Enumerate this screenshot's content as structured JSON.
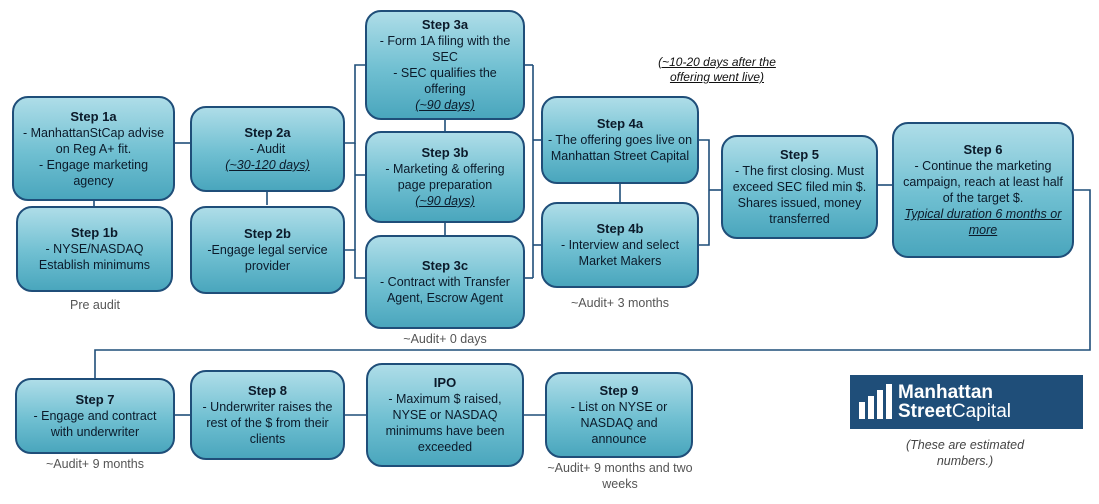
{
  "steps": {
    "s1a": {
      "title": "Step 1a",
      "lines": [
        "- ManhattanStCap advise on Reg A+ fit.",
        "- Engage marketing agency"
      ]
    },
    "s1b": {
      "title": "Step 1b",
      "lines": [
        "- NYSE/NASDAQ Establish minimums"
      ]
    },
    "s2a": {
      "title": "Step 2a",
      "lines": [
        "- Audit"
      ],
      "emph": "(~30-120 days)"
    },
    "s2b": {
      "title": "Step 2b",
      "lines": [
        "-Engage legal service provider"
      ]
    },
    "s3a": {
      "title": "Step 3a",
      "lines": [
        "- Form 1A filing with the SEC",
        "- SEC qualifies the offering"
      ],
      "emph": "(~90 days)"
    },
    "s3b": {
      "title": "Step 3b",
      "lines": [
        "- Marketing & offering page preparation"
      ],
      "emph": "(~90 days)"
    },
    "s3c": {
      "title": "Step 3c",
      "lines": [
        "- Contract with Transfer Agent, Escrow Agent"
      ]
    },
    "s4a": {
      "title": "Step 4a",
      "lines": [
        "- The offering goes live on Manhattan Street Capital"
      ]
    },
    "s4b": {
      "title": "Step 4b",
      "lines": [
        "- Interview and select Market Makers"
      ]
    },
    "s5": {
      "title": "Step 5",
      "lines": [
        "- The first closing. Must exceed SEC filed min $. Shares issued, money transferred"
      ]
    },
    "s6": {
      "title": "Step 6",
      "lines": [
        "- Continue the marketing campaign, reach at least half of the target $."
      ],
      "emph": "Typical duration 6 months or more"
    },
    "s7": {
      "title": "Step 7",
      "lines": [
        "- Engage and contract with underwriter"
      ]
    },
    "s8": {
      "title": "Step 8",
      "lines": [
        "- Underwriter raises the rest of the $ from their clients"
      ]
    },
    "ipo": {
      "title": "IPO",
      "lines": [
        "- Maximum $ raised, NYSE or NASDAQ minimums have been exceeded"
      ]
    },
    "s9": {
      "title": "Step 9",
      "lines": [
        "- List on NYSE or NASDAQ and announce"
      ]
    }
  },
  "notes": {
    "pre_audit": "Pre audit",
    "audit_0": "~Audit+ 0 days",
    "audit_3m": "~Audit+ 3 months",
    "audit_9m": "~Audit+ 9 months",
    "audit_9m2w": "~Audit+ 9 months and two weeks",
    "after_live": "(~10-20 days after the offering went live)"
  },
  "logo": {
    "line1": "Manhattan",
    "line2a": "Street",
    "line2b": "Capital"
  },
  "disclaimer": "(These are estimated numbers.)",
  "colors": {
    "border": "#1f4e79",
    "fill_top": "#aedde8",
    "fill_bottom": "#4aa6bd",
    "logo_bg": "#1f4e79"
  },
  "icons": {
    "logo": "bar-chart-logo-icon"
  }
}
